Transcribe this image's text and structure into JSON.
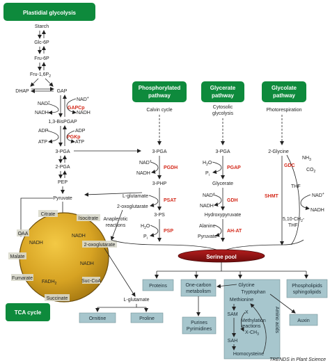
{
  "headers": {
    "plastidial": "Plastidial glycolysis",
    "phos1": "Phosphorylated",
    "phos2": "pathway",
    "glyc1": "Glycerate",
    "glyc2": "pathway",
    "glyco1": "Glycolate",
    "glyco2": "pathway",
    "tca": "TCA cycle",
    "serine": "Serine pool"
  },
  "glycolysis": {
    "starch": "Starch",
    "glc6p": "Glc-6P",
    "fru6p": "Fru-6P",
    "frubp": "Fru-1,6P",
    "frubp_sub": "2",
    "dhap": "DHAP",
    "gap": "GAP",
    "nadp": "NAD",
    "nadp_sup": "+",
    "nadp_r": "NAD",
    "nadp_r_sup": "+",
    "nadh_l": "NADH",
    "nadh_r": "NADH",
    "gapcp": "GAPCp",
    "bispga": "1,3-BisPGAP",
    "adp_l": "ADP",
    "adp_r": "ADP",
    "pgkp": "PGKp",
    "atp_l": "ATP",
    "atp_r": "ATP",
    "pga3": "3-PGA",
    "pga2": "2-PGA",
    "pep": "PEP",
    "pyruvate": "Pyruvate"
  },
  "tca_cycle": {
    "citrate": "Citrate",
    "isocitrate": "Isocitrate",
    "oaa": "OAA",
    "nadh1": "NADH",
    "nadh2": "NADH",
    "nadh3": "NADH",
    "oxo": "2-oxoglutarate",
    "malate": "Malate",
    "fumarate": "Fumarate",
    "fadh": "FADH",
    "fadh_sub": "2",
    "succinate": "Succinate",
    "succoa": "Suc-CoA"
  },
  "phosphorylated": {
    "calvin": "Calvin cycle",
    "pga3": "3-PGA",
    "nad": "NAD",
    "nad_sup": "+",
    "nadh": "NADH",
    "pgdh": "PGDH",
    "php3": "3-PHP",
    "lglut": "L-glutamate",
    "oxo": "2-oxoglutarate",
    "psat": "PSAT",
    "ps3": "3-PS",
    "h2o": "H",
    "h2o_sub": "2",
    "h2o_o": "O",
    "pi": "P",
    "pi_sub": "i",
    "psp": "PSP",
    "anap1": "Anaplerotic",
    "anap2": "reactions"
  },
  "glycerate": {
    "cyto1": "Cytosolic",
    "cyto2": "glycolysis",
    "pga3": "3-PGA",
    "h2o": "H",
    "h2o_sub": "2",
    "h2o_o": "O",
    "pi": "P",
    "pi_sub": "i",
    "pgap": "PGAP",
    "glycerate": "Glycerate",
    "nad": "NAD",
    "nad_sup": "+",
    "nadh": "NADH",
    "gdh": "GDH",
    "hydroxy": "Hydroxypyruvate",
    "alanine": "Alanine",
    "pyruvate": "Pyruvate",
    "ahat": "AH-AT"
  },
  "glycolate": {
    "photoresp": "Photorespiration",
    "glycine": "2-Glycine",
    "nh3": "NH",
    "nh3_sub": "3",
    "gdc": "GDC",
    "co2": "CO",
    "co2_sub": "2",
    "thf": "THF",
    "nad": "NAD",
    "nad_sup": "+",
    "nadh": "NADH",
    "shmt": "SHMT",
    "methylene": "5,10-CH",
    "methylene_sub": "2",
    "methylene_end": "-",
    "thf2": "THF"
  },
  "products": {
    "proteins": "Proteins",
    "onecarbon1": "One-carbon",
    "onecarbon2": "metabolism",
    "purines1": "Purines",
    "purines2": "Pyrimidines",
    "glycine": "Glycine",
    "tryptophan": "Tryptophan",
    "methionine": "Methionine",
    "sam": "SAM",
    "x": "X",
    "meth1": "Methylation",
    "meth2": "reactions",
    "sah": "SAH",
    "xch3": "X-CH",
    "xch3_sub": "3",
    "homocysteine": "Homocysteine",
    "aminoacids": "Amino acids",
    "phospho1": "Phospholipids",
    "phospho2": "sphingolipids",
    "auxin": "Auxin",
    "lglut": "L-glutamate",
    "ornitine": "Ornitine",
    "proline": "Proline"
  },
  "credit": "TRENDS in Plant Science",
  "colors": {
    "green": "#0e8a3c",
    "box": "#a7c6cd",
    "serine": "#8b1414",
    "tca": "#d4a622"
  }
}
